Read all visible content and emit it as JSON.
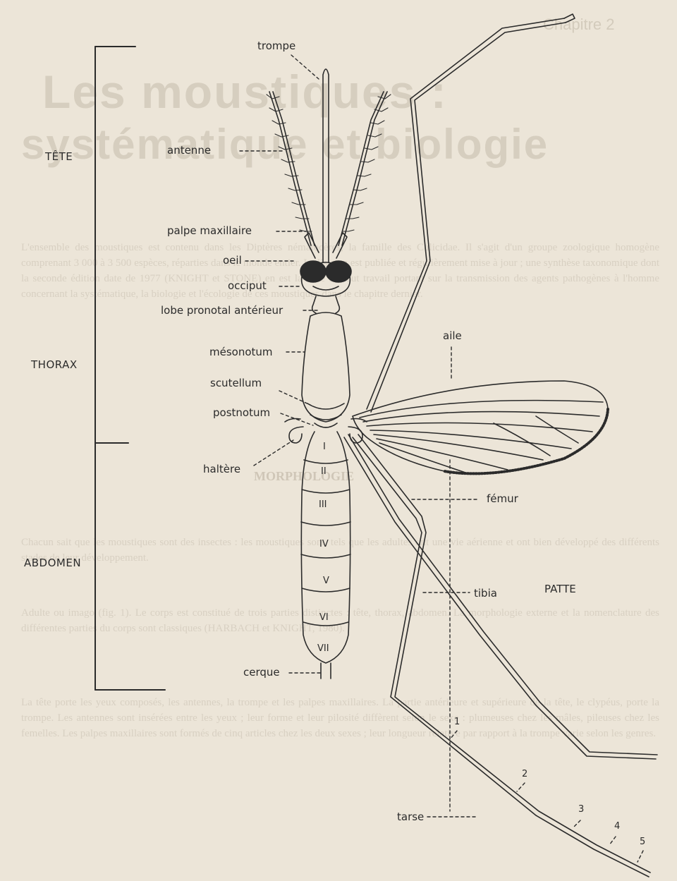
{
  "bleed_through": {
    "chapter": "Chapitre 2",
    "title_line1": "Les moustiques :",
    "title_line2": "systématique et biologie",
    "subhead": "MORPHOLOGIE",
    "para1": "L'ensemble des moustiques est contenu dans les Diptères nématocères, la famille des Culicidae. Il s'agit d'un groupe zoologique homogène comprenant 3 000 à 3 500 espèces, réparties dans le monde entier. La liste en est publiée et régulièrement mise à jour ; une synthèse taxonomique dont la seconde édition date de 1977 (KNIGHT et STONE) en est la base de tout travail portant sur la transmission des agents pathogènes à l'homme concernant la systématique, la biologie et l'écologie de ces moustiques dans le chapitre dernier.",
    "para2": "Chacun sait que les moustiques sont des insectes : les moustiques sont, tels que les adultes ont une vie aérienne et ont bien développé des différents stades de leur développement.",
    "para3": "Adulte ou imago (fig. 1). Le corps est constitué de trois parties distinctes : tête, thorax, abdomen. La morphologie externe et la nomenclature des différentes parties du corps sont classiques (HARBACH et KNIGHT, 1980).",
    "para4": "La tête porte les yeux composés, les antennes, la trompe et les palpes maxillaires. La partie antérieure et supérieure de la tête, le clypéus, porte la trompe. Les antennes sont insérées entre les yeux ; leur forme et leur pilosité diffèrent selon le sexe : plumeuses chez les mâles, pileuses chez les femelles. Les palpes maxillaires sont formés de cinq articles chez les deux sexes ; leur longueur relative par rapport à la trompe varie selon les genres."
  },
  "sections": {
    "tete": "TÊTE",
    "thorax": "THORAX",
    "abdomen": "ABDOMEN"
  },
  "labels": {
    "trompe": "trompe",
    "antenne": "antenne",
    "palpe": "palpe maxillaire",
    "oeil": "oeil",
    "occiput": "occiput",
    "lobe": "lobe pronotal antérieur",
    "mesonotum": "mésonotum",
    "scutellum": "scutellum",
    "postnotum": "postnotum",
    "haltere": "haltère",
    "cerque": "cerque",
    "aile": "aile",
    "femur": "fémur",
    "tibia": "tibia",
    "patte": "PATTE",
    "tarse": "tarse"
  },
  "segments": [
    "I",
    "II",
    "III",
    "IV",
    "V",
    "VI",
    "VII"
  ],
  "tarsus_numbers": [
    "1",
    "2",
    "3",
    "4",
    "5"
  ],
  "colors": {
    "paper": "#ece5d8",
    "ink": "#2b2b2b",
    "bleed": "#d8d0c2"
  }
}
